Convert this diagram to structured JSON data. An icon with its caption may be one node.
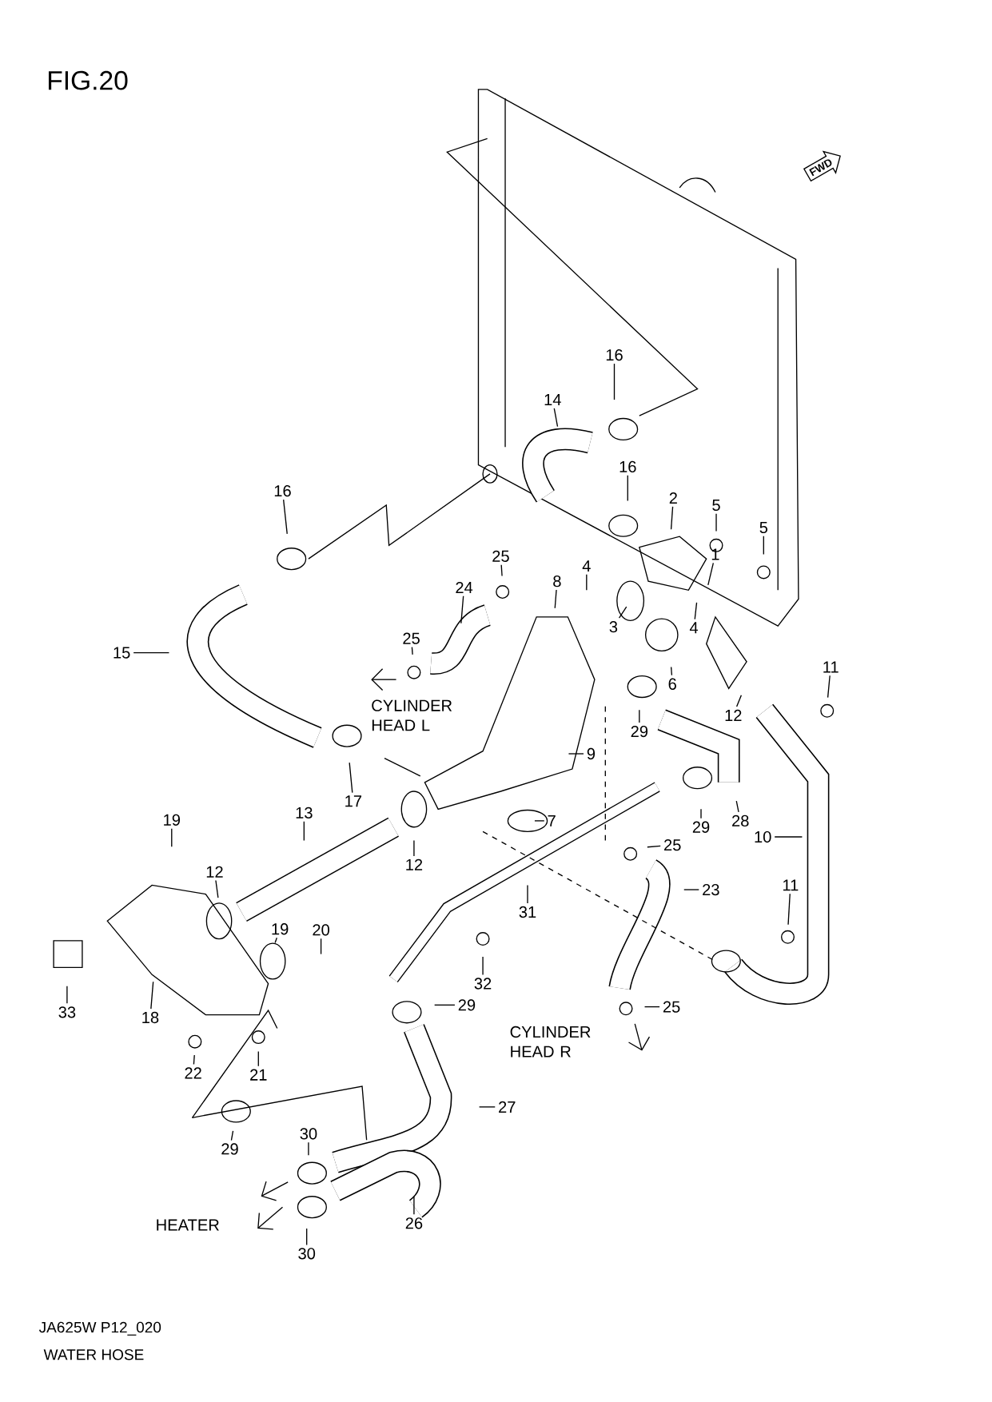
{
  "diagram": {
    "title": "FIG.20",
    "nodes": [
      {
        "text": [
          "16"
        ]
      },
      {
        "text": [
          "14"
        ]
      },
      {
        "text": [
          "16"
        ]
      },
      {
        "text": [
          "2"
        ]
      },
      {
        "text": [
          "5"
        ]
      },
      {
        "text": [
          "5"
        ]
      },
      {
        "text": [
          "1"
        ]
      },
      {
        "text": [
          "4"
        ]
      },
      {
        "text": [
          "16"
        ]
      },
      {
        "text": [
          "25"
        ]
      },
      {
        "text": [
          "8"
        ]
      },
      {
        "text": [
          "24"
        ]
      },
      {
        "text": [
          "3"
        ]
      },
      {
        "text": [
          "4"
        ]
      },
      {
        "text": [
          "25"
        ]
      },
      {
        "text": [
          "15"
        ]
      },
      {
        "text": [
          "11"
        ]
      },
      {
        "text": [
          "6"
        ]
      },
      {
        "text": [
          "12"
        ]
      },
      {
        "text": [
          "29"
        ]
      },
      {
        "text": [
          "9"
        ]
      },
      {
        "text": [
          "17"
        ]
      },
      {
        "text": [
          "13"
        ]
      },
      {
        "text": [
          "19"
        ]
      },
      {
        "text": [
          "7"
        ]
      },
      {
        "text": [
          "28"
        ]
      },
      {
        "text": [
          "29"
        ]
      },
      {
        "text": [
          "10"
        ]
      },
      {
        "text": [
          "25"
        ]
      },
      {
        "text": [
          "12"
        ]
      },
      {
        "text": [
          "12"
        ]
      },
      {
        "text": [
          "23"
        ]
      },
      {
        "text": [
          "11"
        ]
      },
      {
        "text": [
          "31"
        ]
      },
      {
        "text": [
          "19"
        ]
      },
      {
        "text": [
          "20"
        ]
      },
      {
        "text": [
          "32"
        ]
      },
      {
        "text": [
          "29"
        ]
      },
      {
        "text": [
          "25"
        ]
      },
      {
        "text": [
          "33"
        ]
      },
      {
        "text": [
          "18"
        ]
      },
      {
        "text": [
          "22"
        ]
      },
      {
        "text": [
          "21"
        ]
      },
      {
        "text": [
          "27"
        ]
      },
      {
        "text": [
          "29"
        ]
      },
      {
        "text": [
          "30"
        ]
      },
      {
        "text": [
          "26"
        ]
      },
      {
        "text": [
          "30"
        ]
      }
    ],
    "edges": [
      {
        "from": 0,
        "to": null,
        "arrow": "none"
      },
      {
        "from": 1,
        "to": null,
        "arrow": "none"
      },
      {
        "from": 2,
        "to": null,
        "arrow": "none"
      },
      {
        "from": 3,
        "to": null,
        "arrow": "none"
      },
      {
        "from": 4,
        "to": null,
        "arrow": "none"
      },
      {
        "from": 5,
        "to": null,
        "arrow": "none"
      },
      {
        "from": 6,
        "to": null,
        "arrow": "none"
      },
      {
        "from": 7,
        "to": null,
        "arrow": "none"
      },
      {
        "from": 8,
        "to": null,
        "arrow": "none"
      },
      {
        "from": 9,
        "to": null,
        "arrow": "none"
      },
      {
        "from": 10,
        "to": null,
        "arrow": "none"
      },
      {
        "from": 11,
        "to": null,
        "arrow": "none"
      },
      {
        "from": 12,
        "to": null,
        "arrow": "none"
      },
      {
        "from": 13,
        "to": null,
        "arrow": "none"
      },
      {
        "from": 14,
        "to": null,
        "arrow": "none"
      },
      {
        "from": 15,
        "to": null,
        "arrow": "none"
      },
      {
        "from": 16,
        "to": null,
        "arrow": "none"
      },
      {
        "from": 17,
        "to": null,
        "arrow": "none"
      },
      {
        "from": 18,
        "to": null,
        "arrow": "none"
      },
      {
        "from": 19,
        "to": null,
        "arrow": "none"
      },
      {
        "from": 20,
        "to": null,
        "arrow": "none"
      },
      {
        "from": 21,
        "to": null,
        "arrow": "none"
      },
      {
        "from": 22,
        "to": null,
        "arrow": "none"
      },
      {
        "from": 23,
        "to": null,
        "arrow": "none"
      },
      {
        "from": 24,
        "to": null,
        "arrow": "none"
      },
      {
        "from": 25,
        "to": null,
        "arrow": "none"
      },
      {
        "from": 26,
        "to": null,
        "arrow": "none"
      },
      {
        "from": 27,
        "to": null,
        "arrow": "none"
      },
      {
        "from": 28,
        "to": null,
        "arrow": "none"
      },
      {
        "from": 29,
        "to": null,
        "arrow": "none"
      },
      {
        "from": 30,
        "to": null,
        "arrow": "none"
      },
      {
        "from": 31,
        "to": null,
        "arrow": "none"
      },
      {
        "from": 32,
        "to": null,
        "arrow": "none"
      },
      {
        "from": 33,
        "to": null,
        "arrow": "none"
      },
      {
        "from": 34,
        "to": null,
        "arrow": "none"
      },
      {
        "from": 35,
        "to": null,
        "arrow": "none"
      },
      {
        "from": 36,
        "to": null,
        "arrow": "none"
      },
      {
        "from": 37,
        "to": null,
        "arrow": "none"
      },
      {
        "from": 38,
        "to": null,
        "arrow": "none"
      },
      {
        "from": 39,
        "to": null,
        "arrow": "none"
      },
      {
        "from": 40,
        "to": null,
        "arrow": "none"
      },
      {
        "from": 41,
        "to": null,
        "arrow": "none"
      },
      {
        "from": 42,
        "to": null,
        "arrow": "none"
      },
      {
        "from": 43,
        "to": null,
        "arrow": "none"
      },
      {
        "from": 44,
        "to": null,
        "arrow": "none"
      },
      {
        "from": 45,
        "to": null,
        "arrow": "none"
      },
      {
        "from": 46,
        "to": null,
        "arrow": "none"
      },
      {
        "from": 47,
        "to": null,
        "arrow": "none"
      }
    ],
    "labels": [
      "FWD",
      "CYLINDER HEAD L",
      "CYLINDER HEAD R",
      "HEATER",
      "JA625W P12_020",
      "WATER HOSE"
    ]
  }
}
